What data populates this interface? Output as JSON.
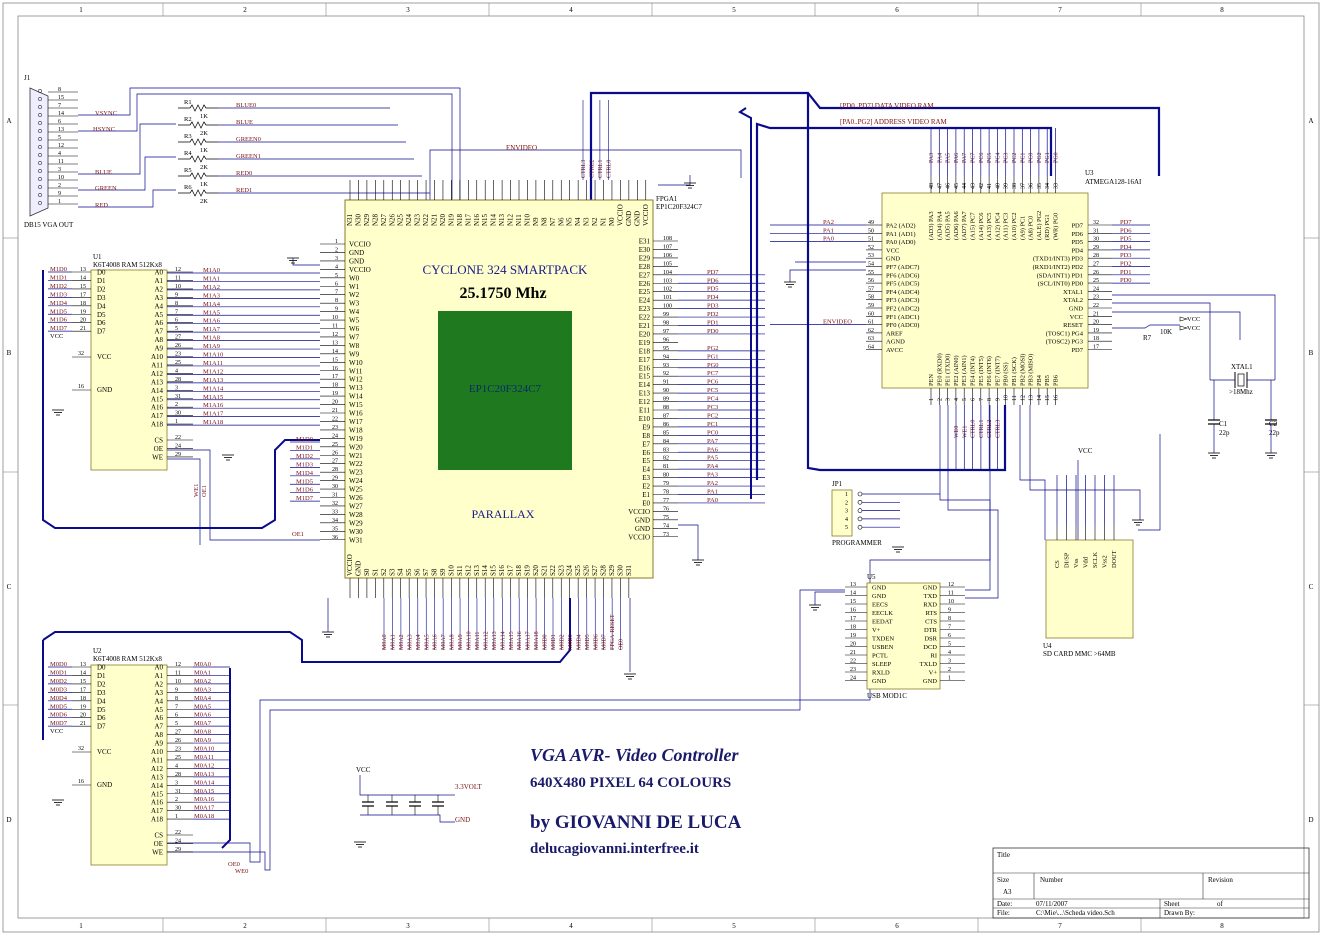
{
  "border": {
    "columns": [
      "1",
      "2",
      "3",
      "4",
      "5",
      "6",
      "7",
      "8"
    ],
    "rows": [
      "A",
      "B",
      "C",
      "D"
    ]
  },
  "title": {
    "line1": "VGA AVR- Video Controller",
    "line2": "640X480 PIXEL 64 COLOURS",
    "author": "by GIOVANNI DE LUCA",
    "site": "delucagiovanni.interfree.it"
  },
  "fpga": {
    "banner": "CYCLONE 324 SMARTPACK",
    "freq": "25.1750 Mhz",
    "chip": "EP1C20F324C7",
    "brand": "PARALLAX",
    "ref": "FPGA1",
    "part": "EP1C20F324C7",
    "left_pins": [
      "VCCIO",
      "GND",
      "GND",
      "VCCIO",
      "W0",
      "W1",
      "W2",
      "W3",
      "W4",
      "W5",
      "W6",
      "W7",
      "W8",
      "W9",
      "W10",
      "W11",
      "W12",
      "W13",
      "W14",
      "W15",
      "W16",
      "W17",
      "W18",
      "W19",
      "W20",
      "W21",
      "W22",
      "W23",
      "W24",
      "W25",
      "W26",
      "W27",
      "W28",
      "W29",
      "W30",
      "W31"
    ],
    "left_nums": [
      "1",
      "2",
      "3",
      "4",
      "5",
      "6",
      "7",
      "8",
      "9",
      "10",
      "11",
      "12",
      "13",
      "14",
      "15",
      "16",
      "17",
      "18",
      "19",
      "20",
      "21",
      "22",
      "23",
      "24",
      "25",
      "26",
      "27",
      "28",
      "29",
      "30",
      "31",
      "32",
      "33",
      "34",
      "35",
      "36"
    ],
    "right_pins": [
      "E31",
      "E30",
      "E29",
      "E28",
      "E27",
      "E26",
      "E25",
      "E24",
      "E23",
      "E22",
      "E21",
      "E20",
      "E19",
      "E18",
      "E17",
      "E16",
      "E15",
      "E14",
      "E13",
      "E12",
      "E11",
      "E10",
      "E9",
      "E8",
      "E7",
      "E6",
      "E5",
      "E4",
      "E3",
      "E2",
      "E1",
      "E0",
      "VCCIO",
      "GND",
      "GND",
      "VCCIO"
    ],
    "right_nums": [
      "108",
      "107",
      "106",
      "105",
      "104",
      "103",
      "102",
      "101",
      "100",
      "99",
      "98",
      "97",
      "96",
      "95",
      "94",
      "93",
      "92",
      "91",
      "90",
      "89",
      "88",
      "87",
      "86",
      "85",
      "84",
      "83",
      "82",
      "81",
      "80",
      "79",
      "78",
      "77",
      "76",
      "75",
      "74",
      "73"
    ],
    "right_nets": [
      "",
      "",
      "",
      "",
      "PD7",
      "PD6",
      "PD5",
      "PD4",
      "PD3",
      "PD2",
      "PD1",
      "PD0",
      "",
      "PG2",
      "PG1",
      "PG0",
      "PC7",
      "PC6",
      "PC5",
      "PC4",
      "PC3",
      "PC2",
      "PC1",
      "PC0",
      "PA7",
      "PA6",
      "PA5",
      "PA4",
      "PA3",
      "PA2",
      "PA1",
      "PA0",
      "",
      "",
      "",
      ""
    ],
    "top_pins": [
      "N31",
      "N30",
      "N29",
      "N28",
      "N27",
      "N26",
      "N25",
      "N24",
      "N23",
      "N22",
      "N21",
      "N20",
      "N19",
      "N18",
      "N17",
      "N16",
      "N15",
      "N14",
      "N13",
      "N12",
      "N11",
      "N10",
      "N9",
      "N8",
      "N7",
      "N6",
      "N5",
      "N4",
      "N3",
      "N2",
      "N1",
      "N0",
      "VCCIO",
      "GND",
      "GND",
      "VCCIO"
    ],
    "bottom_pins": [
      "VCCIO",
      "GND",
      "S0",
      "S1",
      "S2",
      "S3",
      "S4",
      "S5",
      "S6",
      "S7",
      "S8",
      "S9",
      "S10",
      "S11",
      "S12",
      "S13",
      "S14",
      "S15",
      "S16",
      "S17",
      "S18",
      "S19",
      "S20",
      "S21",
      "S22",
      "S23",
      "S24",
      "S25",
      "S26",
      "S27",
      "S28",
      "S29",
      "S30",
      "S31"
    ],
    "left_nets_u1": [
      "M1A0",
      "M1A1",
      "M1A2",
      "M1A3",
      "M1A4",
      "M1A5",
      "M1A6",
      "M1A7",
      "M1A8",
      "M1A9",
      "M1A10",
      "M1A11",
      "M1A12",
      "M1A13",
      "M1A14",
      "M1A15",
      "M1A16",
      "M1A17",
      "M1A18"
    ],
    "left_nets_d": [
      "M1D0",
      "M1D1",
      "M1D2",
      "M1D3",
      "M1D4",
      "M1D5",
      "M1D6",
      "M1D7"
    ],
    "bottom_nets": [
      "M0A0",
      "M0A1",
      "M0A2",
      "M0A3",
      "M0A4",
      "M0A5",
      "M0A6",
      "M0A7",
      "M0A8",
      "M0A9",
      "M0A10",
      "M0A11",
      "M0A12",
      "M0A13",
      "M0A14",
      "M0A15",
      "M0A16",
      "M0A17",
      "M0A18",
      "M0D0",
      "M0D1",
      "M0D2",
      "M0D3",
      "M0D4",
      "M0D5",
      "M0D6",
      "M0D7",
      "FPGA-RESET",
      "OE0"
    ],
    "top_nets": [
      "CTRL3",
      "CTRL2",
      "CTRL1",
      "CTRL0"
    ],
    "envideo": "ENVIDEO",
    "oe1": "OE1",
    "we1": "WE1",
    "oe1b": "OE1"
  },
  "j1": {
    "ref": "J1",
    "name": "DB15 VGA OUT",
    "pins": [
      "8",
      "15",
      "7",
      "14",
      "6",
      "13",
      "5",
      "12",
      "4",
      "11",
      "3",
      "10",
      "2",
      "9",
      "1"
    ],
    "nets": [
      "VSYNC",
      "HSYNC",
      "BLUE",
      "GREEN",
      "RED"
    ]
  },
  "resistors": [
    {
      "ref": "R1",
      "val": "1K",
      "net": "BLUE0"
    },
    {
      "ref": "R2",
      "val": "2K",
      "net": "BLUE"
    },
    {
      "ref": "R3",
      "val": "1K",
      "net": "GREEN0"
    },
    {
      "ref": "R4",
      "val": "2K",
      "net": "GREEN1"
    },
    {
      "ref": "R5",
      "val": "1K",
      "net": "RED0"
    },
    {
      "ref": "R6",
      "val": "2K",
      "net": "RED1"
    }
  ],
  "ram": {
    "u1_ref": "U1",
    "u1_part": "K6T4008 RAM 512Kx8",
    "u2_ref": "U2",
    "u2_part": "K6T4008 RAM 512Kx8",
    "d_pins": [
      "D0",
      "D1",
      "D2",
      "D3",
      "D4",
      "D5",
      "D6",
      "D7"
    ],
    "d_nums": [
      "13",
      "14",
      "15",
      "17",
      "18",
      "19",
      "20",
      "21"
    ],
    "a_pins": [
      "A0",
      "A1",
      "A2",
      "A3",
      "A4",
      "A5",
      "A6",
      "A7",
      "A8",
      "A9",
      "A10",
      "A11",
      "A12",
      "A13",
      "A14",
      "A15",
      "A16",
      "A17",
      "A18"
    ],
    "a_nums": [
      "12",
      "11",
      "10",
      "9",
      "8",
      "7",
      "6",
      "5",
      "27",
      "26",
      "23",
      "25",
      "4",
      "28",
      "3",
      "31",
      "2",
      "30",
      "1"
    ],
    "u2_a_nets": [
      "M0A0",
      "M0A1",
      "M0A2",
      "M0A3",
      "M0A4",
      "M0A5",
      "M0A6",
      "M0A7",
      "M0A8",
      "M0A9",
      "M0A10",
      "M0A11",
      "M0A12",
      "M0A13",
      "M0A14",
      "M0A15",
      "M0A16",
      "M0A17",
      "M0A18"
    ],
    "u2_d_nets": [
      "M0D0",
      "M0D1",
      "M0D2",
      "M0D3",
      "M0D4",
      "M0D5",
      "M0D6",
      "M0D7"
    ],
    "ctrl": [
      "CS",
      "OE",
      "WE"
    ],
    "ctrl_nums": [
      "22",
      "24",
      "29"
    ],
    "vcc": "VCC",
    "vcc_num": "32",
    "gnd": "GND",
    "gnd_num": "16",
    "u2_oe": "OE0",
    "u2_we": "WE0"
  },
  "u3": {
    "ref": "U3",
    "part": "ATMEGA128-16AI",
    "bus1": "[PD0..PD7] DATA VIDEO RAM",
    "bus2": "[PA0..PG2] ADDRESS VIDEO RAM",
    "left": [
      "PA2 (AD2)",
      "PA1 (AD1)",
      "PA0 (AD0)",
      "VCC",
      "GND",
      "PF7 (ADC7)",
      "PF6 (ADC6)",
      "PF5 (ADC5)",
      "PF4 (ADC4)",
      "PF3 (ADC3)",
      "PF2 (ADC2)",
      "PF1 (ADC1)",
      "PF0 (ADC0)",
      "AREF",
      "AGND",
      "AVCC"
    ],
    "left_nums": [
      "49",
      "50",
      "51",
      "52",
      "53",
      "54",
      "55",
      "56",
      "57",
      "58",
      "59",
      "60",
      "61",
      "62",
      "63",
      "64"
    ],
    "left_nets": [
      "PA2",
      "PA1",
      "PA0",
      "",
      "",
      "",
      "",
      "",
      "",
      "",
      "",
      "",
      "ENVIDEO",
      "",
      "",
      ""
    ],
    "right": [
      "PD7",
      "PD6",
      "PD5",
      "PD4",
      "(TXD1/INT3) PD3",
      "(RXD1/INT2) PD2",
      "(SDA/INT1) PD1",
      "(SCL/INT0) PD0",
      "XTAL1",
      "XTAL2",
      "GND",
      "VCC",
      "RESET",
      "(TOSC1) PG4",
      "(TOSC2) PG3",
      "PD7"
    ],
    "right_nums": [
      "32",
      "31",
      "30",
      "29",
      "28",
      "27",
      "26",
      "25",
      "24",
      "23",
      "22",
      "21",
      "20",
      "19",
      "18",
      "17"
    ],
    "right_nets": [
      "PD7",
      "PD6",
      "PD5",
      "PD4",
      "PD3",
      "PD2",
      "PD1",
      "PD0",
      "",
      "",
      "",
      "",
      "",
      "",
      "",
      ""
    ],
    "top": [
      "(AD3) PA3",
      "(AD4) PA4",
      "(AD5) PA5",
      "(AD6) PA6",
      "(AD7) PA7",
      "(A15) PC7",
      "(A14) PC6",
      "(A13) PC5",
      "(A12) PC4",
      "(A11) PC3",
      "(A10) PC2",
      "(A9) PC1",
      "(A8) PC0",
      "(ALE) PG2",
      "(RD) PG1",
      "(WR) PG0"
    ],
    "top_nums": [
      "48",
      "47",
      "46",
      "45",
      "44",
      "43",
      "42",
      "41",
      "40",
      "39",
      "38",
      "37",
      "36",
      "35",
      "34",
      "33"
    ],
    "top_nets": [
      "PA3",
      "PA4",
      "PA5",
      "PA6",
      "PA7",
      "PC7",
      "PC6",
      "PC5",
      "PC4",
      "PC3",
      "PC2",
      "PC1",
      "PC0",
      "PG2",
      "PG1",
      "PG0"
    ],
    "bottom": [
      "PEN",
      "PE0 (RXD0)",
      "PE1 (TXD0)",
      "PE2 (AIN0)",
      "PE3 (AIN1)",
      "PE4 (INT4)",
      "PE5 (INT5)",
      "PE6 (INT6)",
      "PE7 (INT7)",
      "PB0 (SS)",
      "PB1 (SCK)",
      "PB2 (MOSI)",
      "PB3 (MISO)",
      "PB4",
      "PB5",
      "PB6"
    ],
    "bottom_nums": [
      "1",
      "2",
      "3",
      "4",
      "5",
      "6",
      "7",
      "8",
      "9",
      "10",
      "11",
      "12",
      "13",
      "14",
      "15",
      "16"
    ],
    "bottom_nets": [
      "WE0",
      "WE1",
      "CTRL0",
      "CTRL1",
      "CTRL2",
      "CTRL3"
    ],
    "r7": "R7",
    "r7_val": "10K",
    "vcc": "VCC"
  },
  "xtal": {
    "ref": "XTAL1",
    "val": ">18Mhz",
    "c1": "C1",
    "c1v": "22p",
    "c2": "C2",
    "c2v": "22p"
  },
  "jp1": {
    "ref": "JP1",
    "name": "PROGRAMMER",
    "pins": [
      "1",
      "2",
      "3",
      "4",
      "5"
    ]
  },
  "u4": {
    "ref": "U4",
    "name": "SD CARD MMC >64MB",
    "vcc": "VCC",
    "pins": [
      "CS",
      "DI/SP",
      "Vss",
      "Vdd",
      "SCLK",
      "Vss2",
      "DOUT"
    ]
  },
  "u5": {
    "ref": "U5",
    "name": "USB MOD1C",
    "left": [
      "GND",
      "GND",
      "EECS",
      "EECLK",
      "EEDAT",
      "V+",
      "TXDEN",
      "USBEN",
      "PCTL",
      "SLEEP",
      "RXLD",
      "GND"
    ],
    "left_nums": [
      "13",
      "14",
      "15",
      "16",
      "17",
      "18",
      "19",
      "20",
      "21",
      "22",
      "23",
      "24"
    ],
    "right": [
      "GND",
      "TXD",
      "RXD",
      "RTS",
      "CTS",
      "DTR",
      "DSR",
      "DCD",
      "RI",
      "TXLD",
      "V+",
      "GND"
    ],
    "right_nums": [
      "12",
      "11",
      "10",
      "9",
      "8",
      "7",
      "6",
      "5",
      "4",
      "3",
      "2",
      "1"
    ]
  },
  "power": {
    "vcc": "VCC",
    "v33": "3.3VOLT",
    "gnd": "GND"
  },
  "titleblock": {
    "title_lbl": "Title",
    "size_lbl": "Size",
    "size": "A3",
    "number_lbl": "Number",
    "revision_lbl": "Revision",
    "date_lbl": "Date:",
    "date": "07/11/2007",
    "sheet_lbl": "Sheet",
    "of_lbl": "of",
    "file_lbl": "File:",
    "file": "C:\\Mie\\...\\Scheda video.Sch",
    "drawn_lbl": "Drawn By:"
  },
  "colors": {
    "wire": "#0a0a8c",
    "net_label": "#7a1010",
    "component_fill": "#ffffcc",
    "die": "#1f7a1f",
    "border": "#222222"
  }
}
